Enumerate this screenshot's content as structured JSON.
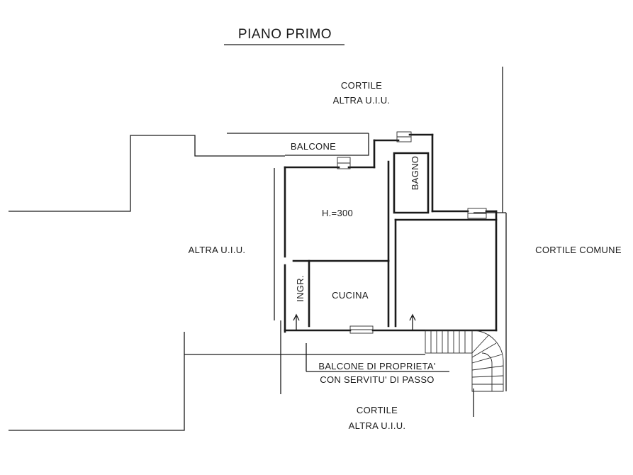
{
  "plan": {
    "title": "PIANO PRIMO",
    "labels": {
      "courtyard_top_line1": "CORTILE",
      "courtyard_top_line2": "ALTRA U.I.U.",
      "balcony_top": "BALCONE",
      "bathroom": "BAGNO",
      "height": "H.=300",
      "other_unit_left": "ALTRA U.I.U.",
      "shared_courtyard": "CORTILE COMUNE",
      "entrance": "INGR.",
      "kitchen": "CUCINA",
      "balcony_bottom_line1": "BALCONE DI PROPRIETA'",
      "balcony_bottom_line2": "CON SERVITU' DI PASSO",
      "courtyard_bottom_line1": "CORTILE",
      "courtyard_bottom_line2": "ALTRA U.I.U."
    }
  }
}
